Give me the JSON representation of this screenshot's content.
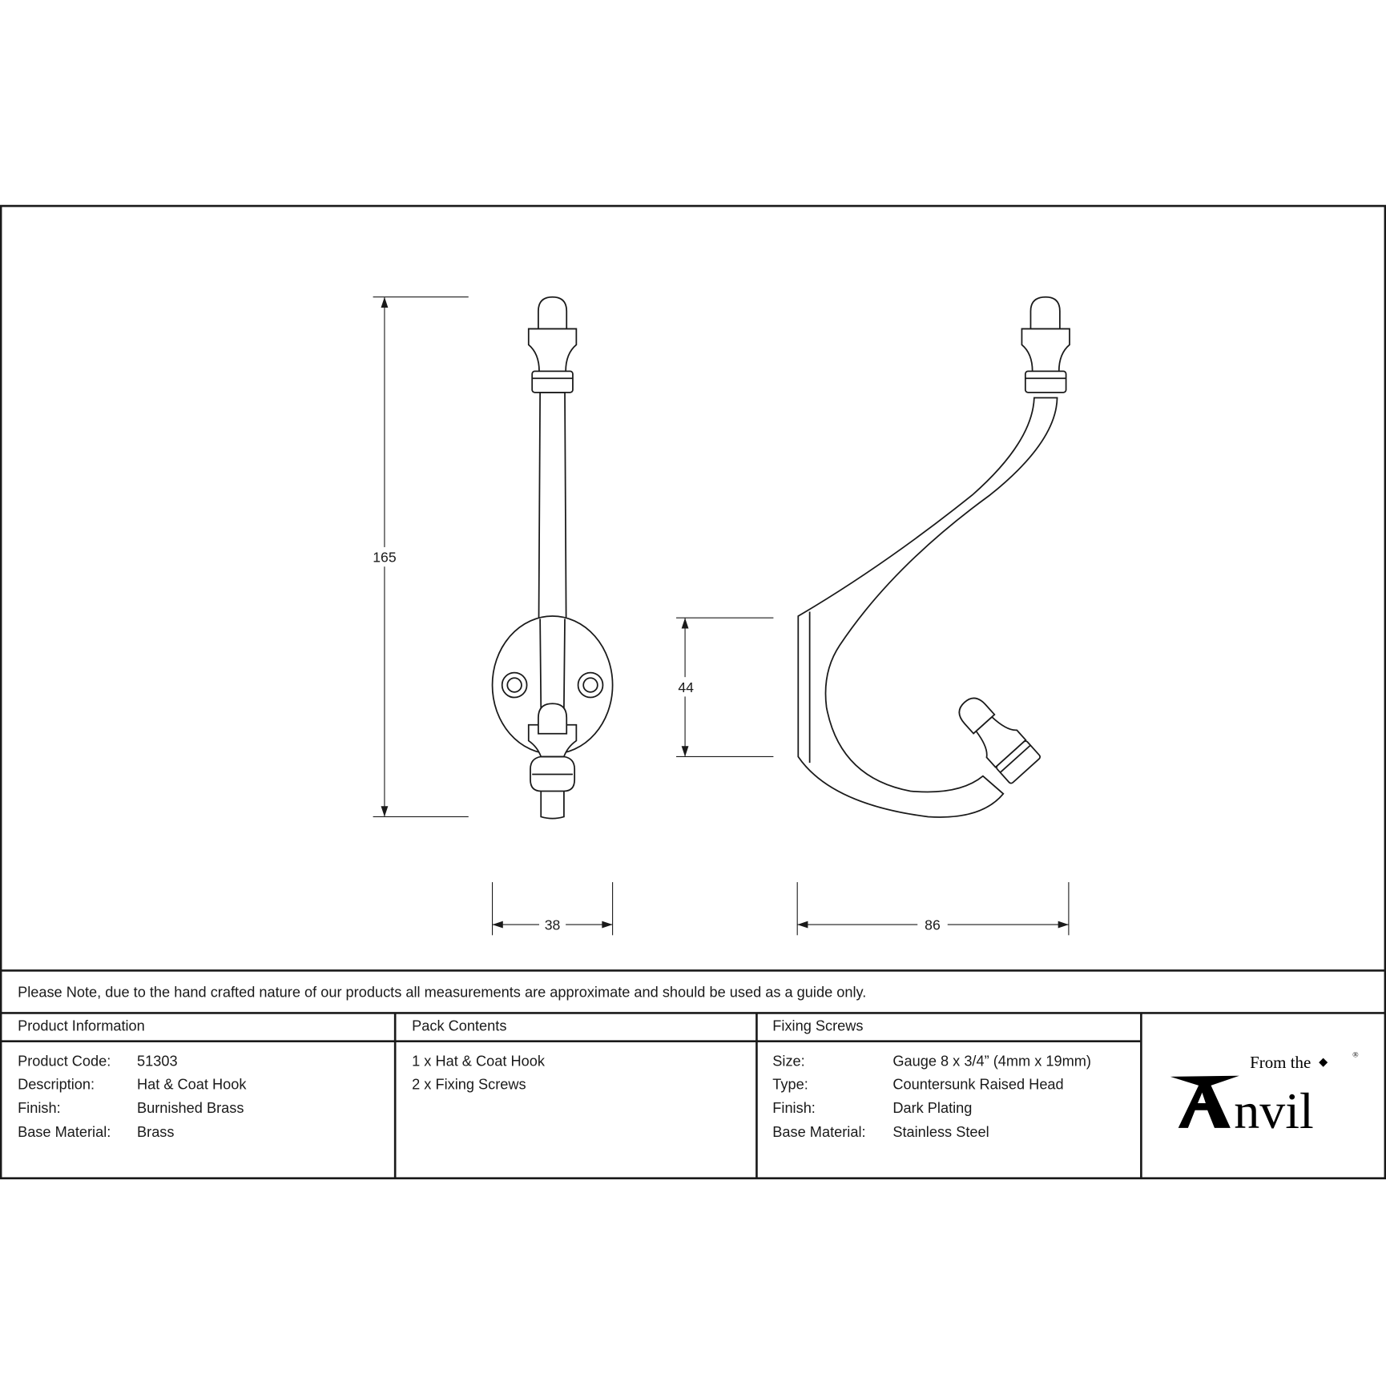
{
  "dimensions": {
    "height": "165",
    "base_height": "44",
    "front_width": "38",
    "projection": "86"
  },
  "note": "Please Note, due to the hand crafted nature of our products all measurements are approximate and should be used as a guide only.",
  "product_information": {
    "title": "Product Information",
    "rows": [
      {
        "label": "Product Code:",
        "value": "51303"
      },
      {
        "label": "Description:",
        "value": "Hat & Coat Hook"
      },
      {
        "label": "Finish:",
        "value": "Burnished Brass"
      },
      {
        "label": "Base Material:",
        "value": "Brass"
      }
    ]
  },
  "pack_contents": {
    "title": "Pack Contents",
    "items": [
      "1 x Hat & Coat Hook",
      "2 x Fixing Screws"
    ]
  },
  "fixing_screws": {
    "title": "Fixing Screws",
    "rows": [
      {
        "label": "Size:",
        "value": "Gauge 8 x 3/4” (4mm x 19mm)"
      },
      {
        "label": "Type:",
        "value": "Countersunk Raised Head"
      },
      {
        "label": "Finish:",
        "value": "Dark Plating"
      },
      {
        "label": "Base Material:",
        "value": "Stainless Steel"
      }
    ]
  },
  "logo": {
    "small": "From the",
    "large": "nvil",
    "mark": "®"
  }
}
